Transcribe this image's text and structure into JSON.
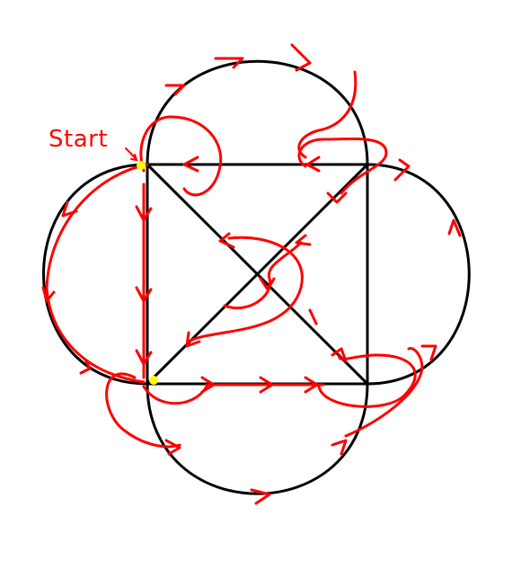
{
  "labels": {
    "start": "Start"
  },
  "colors": {
    "figure": "#000000",
    "path": "#ff0000",
    "vertex_marker": "#ffff00",
    "background": "#ffffff"
  },
  "figure": {
    "description_hidden": true,
    "shapes": [
      "square",
      "two-diagonals",
      "four-semicircles"
    ]
  }
}
